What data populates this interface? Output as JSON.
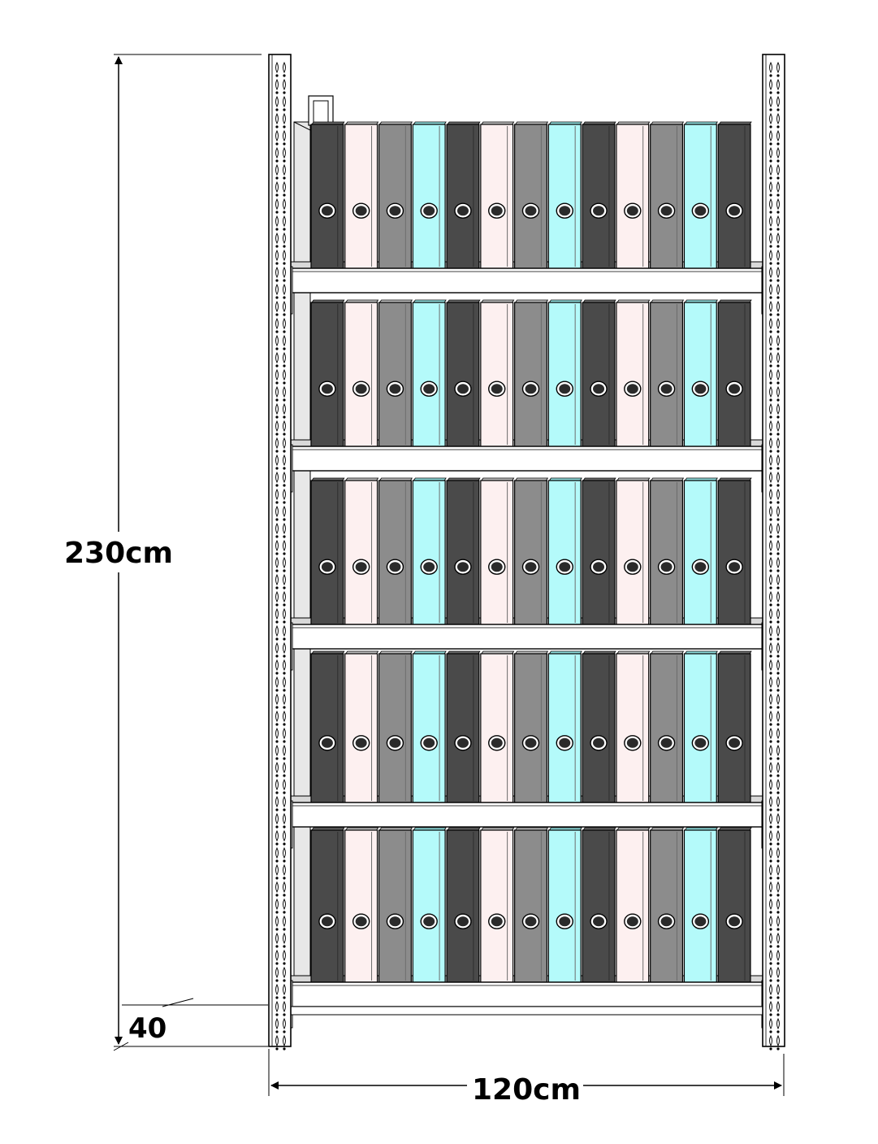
{
  "diagram": {
    "type": "shelving-rack-elevation",
    "shelf_count": 5,
    "binders_per_shelf": 13,
    "binder_color_cycle": [
      "dark",
      "pink",
      "gray",
      "cyan"
    ],
    "colors": {
      "line": "#000000",
      "upright_fill": "#ffffff",
      "shelf_fill": "#ffffff",
      "shelf_back": "#d8d8d8",
      "dark": "#4a4a4a",
      "pink": "#fdf0f0",
      "gray": "#8c8c8c",
      "cyan": "#b4fafa",
      "ring": "#2b2b2b"
    }
  },
  "dimensions": {
    "height_label": "230cm",
    "width_label": "120cm",
    "bottom_clearance_label": "40"
  }
}
